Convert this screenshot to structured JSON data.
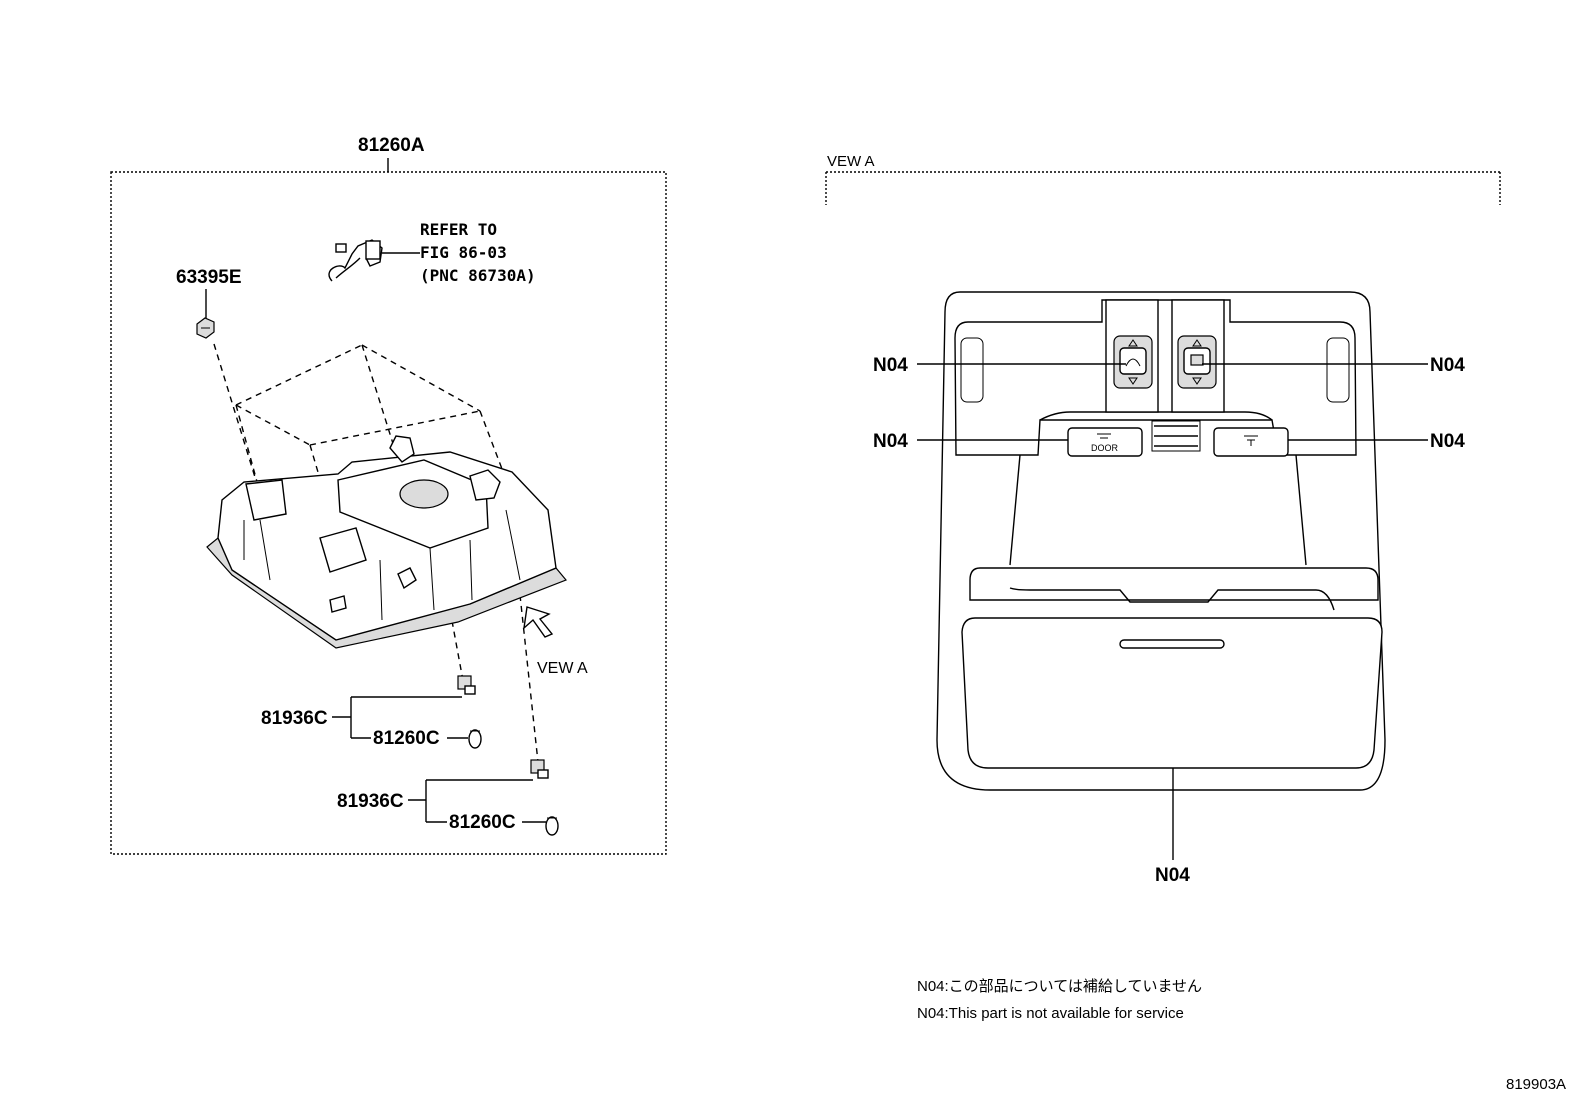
{
  "left": {
    "main_part": "81260A",
    "refer_note": [
      "REFER TO",
      "FIG 86-03",
      "(PNC 86730A)"
    ],
    "screw": "63395E",
    "view_arrow": "VEW A",
    "socket_1": "81936C",
    "bulb_1": "81260C",
    "socket_2": "81936C",
    "bulb_2": "81260C"
  },
  "right": {
    "view_title": "VEW A",
    "callout_top_left": "N04",
    "callout_top_right": "N04",
    "callout_mid_left": "N04",
    "callout_mid_right": "N04",
    "callout_bottom": "N04",
    "door_label": "DOOR"
  },
  "notes": {
    "jp": "N04:この部品については補給していません",
    "en": "N04:This part is not available for service"
  },
  "figure_id": "819903A"
}
